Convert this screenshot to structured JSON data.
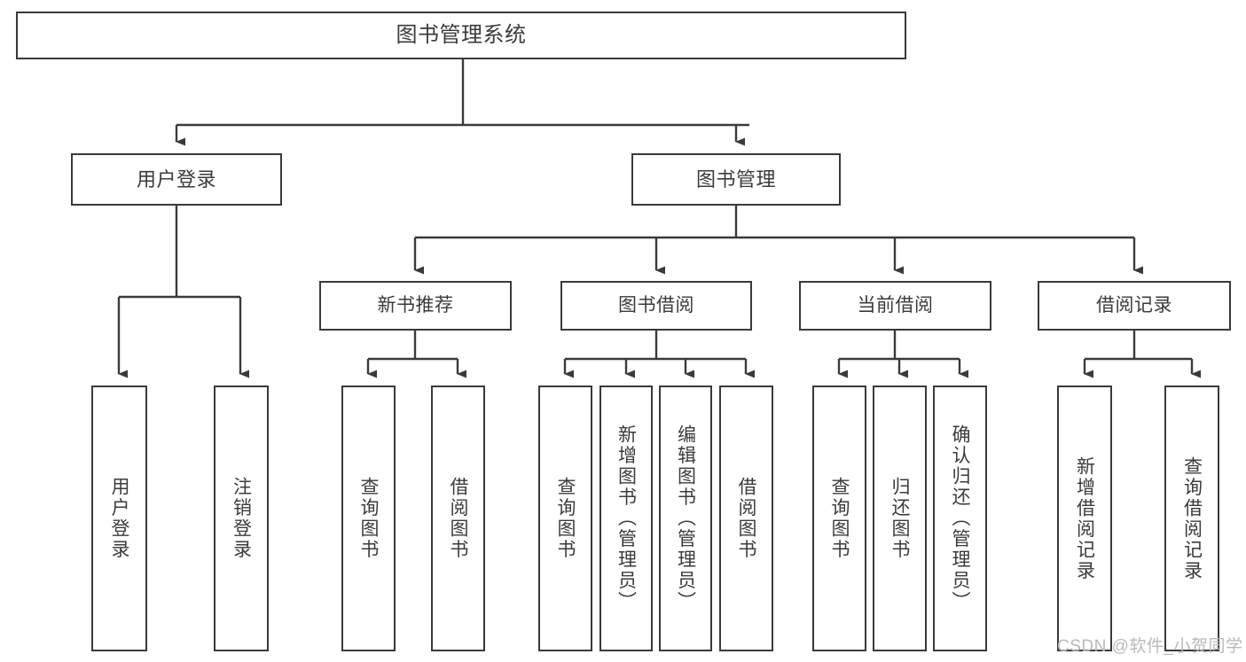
{
  "diagram": {
    "type": "tree-hierarchy",
    "title": "图书管理系统",
    "orientation": "top-down",
    "stroke_color": "#3a3a3a",
    "text_color": "#3b3b3b",
    "background_color": "#ffffff",
    "watermark": "CSDN @软件_小贺同学",
    "watermark_color": "#b9b9b9"
  },
  "nodes": {
    "root": {
      "label": "图书管理系统",
      "level": 1
    },
    "user_login": {
      "label": "用户登录",
      "level": 2
    },
    "book_manage": {
      "label": "图书管理",
      "level": 2
    },
    "new_book_rec": {
      "label": "新书推荐",
      "level": 3
    },
    "book_borrow": {
      "label": "图书借阅",
      "level": 3
    },
    "current_borrow": {
      "label": "当前借阅",
      "level": 3
    },
    "borrow_record": {
      "label": "借阅记录",
      "level": 3
    },
    "leaf_user_login": {
      "label": "用户登录",
      "level": 4
    },
    "leaf_logout_login": {
      "label": "注销登录",
      "level": 4
    },
    "leaf_query_book_a": {
      "label": "查询图书",
      "level": 4
    },
    "leaf_borrow_book_a": {
      "label": "借阅图书",
      "level": 4
    },
    "leaf_query_book_b": {
      "label": "查询图书",
      "level": 4
    },
    "leaf_add_book": {
      "label": "新增图书（管理员）",
      "level": 4
    },
    "leaf_edit_book": {
      "label": "编辑图书（管理员）",
      "level": 4
    },
    "leaf_borrow_book_b": {
      "label": "借阅图书",
      "level": 4
    },
    "leaf_query_book_c": {
      "label": "查询图书",
      "level": 4
    },
    "leaf_return_book": {
      "label": "归还图书",
      "level": 4
    },
    "leaf_confirm_return": {
      "label": "确认归还（管理员）",
      "level": 4
    },
    "leaf_add_record": {
      "label": "新增借阅记录",
      "level": 4
    },
    "leaf_query_record": {
      "label": "查询借阅记录",
      "level": 4
    }
  },
  "edges": [
    {
      "from": "root",
      "to": "user_login"
    },
    {
      "from": "root",
      "to": "book_manage"
    },
    {
      "from": "user_login",
      "to": "leaf_user_login"
    },
    {
      "from": "user_login",
      "to": "leaf_logout_login"
    },
    {
      "from": "book_manage",
      "to": "new_book_rec"
    },
    {
      "from": "book_manage",
      "to": "book_borrow"
    },
    {
      "from": "book_manage",
      "to": "current_borrow"
    },
    {
      "from": "book_manage",
      "to": "borrow_record"
    },
    {
      "from": "new_book_rec",
      "to": "leaf_query_book_a"
    },
    {
      "from": "new_book_rec",
      "to": "leaf_borrow_book_a"
    },
    {
      "from": "book_borrow",
      "to": "leaf_query_book_b"
    },
    {
      "from": "book_borrow",
      "to": "leaf_add_book"
    },
    {
      "from": "book_borrow",
      "to": "leaf_edit_book"
    },
    {
      "from": "book_borrow",
      "to": "leaf_borrow_book_b"
    },
    {
      "from": "current_borrow",
      "to": "leaf_query_book_c"
    },
    {
      "from": "current_borrow",
      "to": "leaf_return_book"
    },
    {
      "from": "current_borrow",
      "to": "leaf_confirm_return"
    },
    {
      "from": "borrow_record",
      "to": "leaf_add_record"
    },
    {
      "from": "borrow_record",
      "to": "leaf_query_record"
    }
  ]
}
